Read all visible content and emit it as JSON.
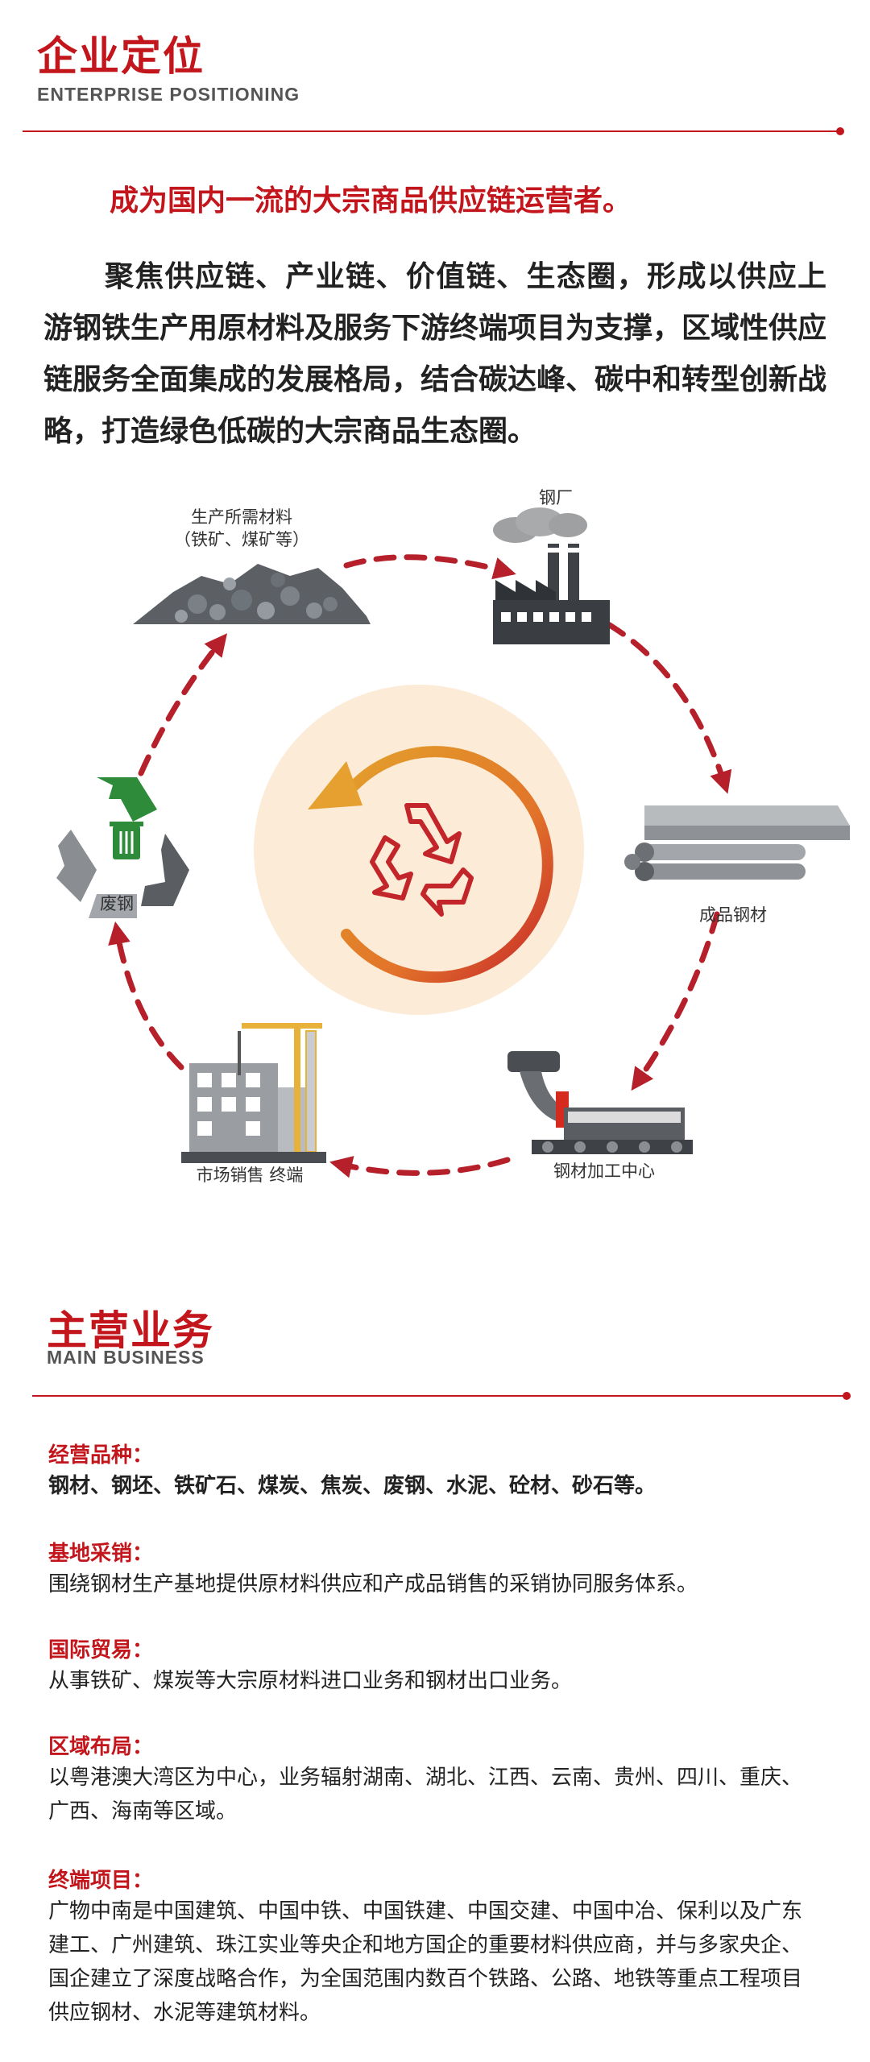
{
  "positioning": {
    "title": "企业定位",
    "subtitle": "ENTERPRISE POSITIONING",
    "slogan": "成为国内一流的大宗商品供应链运营者。",
    "intro": "聚焦供应链、产业链、价值链、生态圈，形成以供应上游钢铁生产用原材料及服务下游终端项目为支撑，区域性供应链服务全面集成的发展格局，结合碳达峰、碳中和转型创新战略，打造绿色低碳的大宗商品生态圈。"
  },
  "cycle": {
    "nodes": {
      "raw": {
        "line1": "生产所需材料",
        "line2": "（铁矿、煤矿等）",
        "icon": "ore-pile-icon"
      },
      "mill": {
        "label": "钢厂",
        "icon": "factory-icon"
      },
      "steel": {
        "label": "成品钢材",
        "icon": "steel-bars-icon"
      },
      "process": {
        "label": "钢材加工中心",
        "icon": "processing-machine-icon"
      },
      "market": {
        "label": "市场销售 终端",
        "icon": "construction-building-icon"
      },
      "scrap": {
        "label": "废钢",
        "icon": "recycle-icon"
      }
    },
    "colors": {
      "arrow": "#b5202a",
      "glow": "#fbe9d3",
      "recycle_green": "#2e8b3a"
    }
  },
  "business": {
    "title": "主营业务",
    "subtitle": "MAIN BUSINESS",
    "items": [
      {
        "heading": "经营品种：",
        "text": "钢材、钢坯、铁矿石、煤炭、焦炭、废钢、水泥、砼材、砂石等。"
      },
      {
        "heading": "基地采销：",
        "text": "围绕钢材生产基地提供原材料供应和产成品销售的采销协同服务体系。"
      },
      {
        "heading": "国际贸易：",
        "text": "从事铁矿、煤炭等大宗原材料进口业务和钢材出口业务。"
      },
      {
        "heading": "区域布局：",
        "text": "以粤港澳大湾区为中心，业务辐射湖南、湖北、江西、云南、贵州、四川、重庆、广西、海南等区域。"
      },
      {
        "heading": "终端项目：",
        "text": "广物中南是中国建筑、中国中铁、中国铁建、中国交建、中国中冶、保利以及广东建工、广州建筑、珠江实业等央企和地方国企的重要材料供应商，并与多家央企、国企建立了深度战略合作，为全国范围内数百个铁路、公路、地铁等重点工程项目供应钢材、水泥等建筑材料。"
      }
    ]
  },
  "theme": {
    "brand_red": "#c3161c"
  }
}
